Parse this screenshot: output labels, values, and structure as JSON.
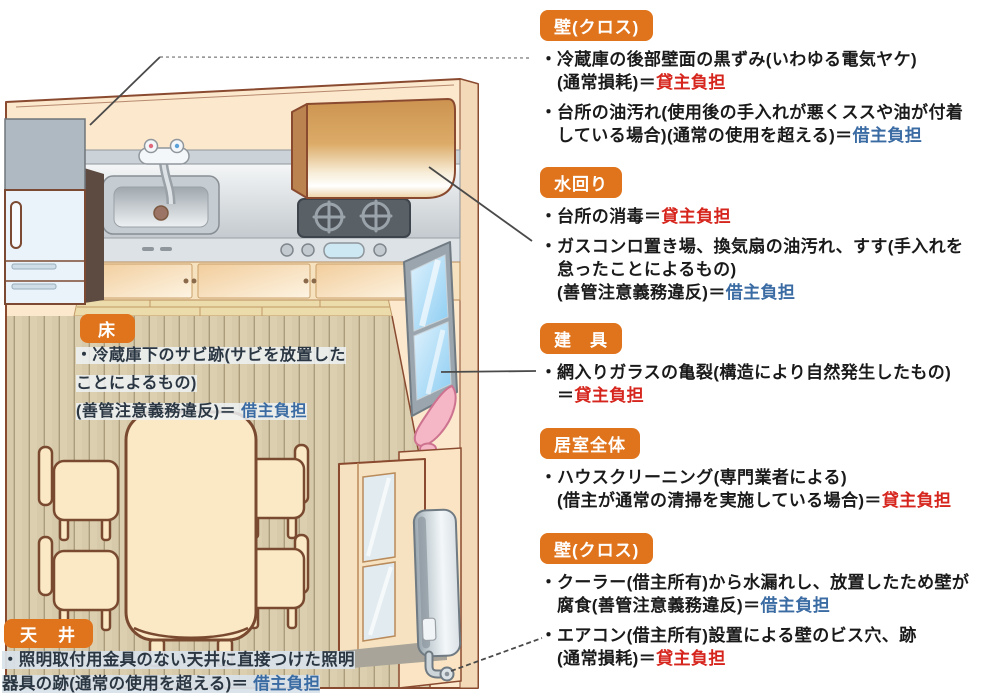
{
  "colors": {
    "accent_orange": "#e0741c",
    "landlord_red": "#d6251d",
    "tenant_blue": "#3a6ba3",
    "body_text": "#1a1a1a",
    "note_text": "#2a3642"
  },
  "bullet": "・",
  "sections": [
    {
      "badge": "壁(クロス)",
      "items": [
        {
          "segs": [
            {
              "t": "冷蔵庫の後部壁面の黒ずみ(いわゆる電気ヤケ)\n(通常損耗)＝",
              "c": "k"
            },
            {
              "t": "貸主負担",
              "c": "r"
            }
          ]
        },
        {
          "segs": [
            {
              "t": "台所の油汚れ(使用後の手入れが悪くススや油が付着\nしている場合)(通常の使用を超える)＝",
              "c": "k"
            },
            {
              "t": "借主負担",
              "c": "b"
            }
          ]
        }
      ]
    },
    {
      "badge": "水回り",
      "items": [
        {
          "segs": [
            {
              "t": "台所の消毒＝",
              "c": "k"
            },
            {
              "t": "貸主負担",
              "c": "r"
            }
          ]
        },
        {
          "segs": [
            {
              "t": "ガスコンロ置き場、換気扇の油汚れ、すす(手入れを\n怠ったことによるもの)\n(善管注意義務違反)＝",
              "c": "k"
            },
            {
              "t": "借主負担",
              "c": "b"
            }
          ]
        }
      ]
    },
    {
      "badge": "建　具",
      "items": [
        {
          "segs": [
            {
              "t": "網入りガラスの亀裂(構造により自然発生したもの)\n＝",
              "c": "k"
            },
            {
              "t": "貸主負担",
              "c": "r"
            }
          ]
        }
      ]
    },
    {
      "badge": "居室全体",
      "items": [
        {
          "segs": [
            {
              "t": "ハウスクリーニング(専門業者による)\n(借主が通常の清掃を実施している場合)＝",
              "c": "k"
            },
            {
              "t": "貸主負担",
              "c": "r"
            }
          ]
        }
      ]
    },
    {
      "badge": "壁(クロス)",
      "items": [
        {
          "segs": [
            {
              "t": "クーラー(借主所有)から水漏れし、放置したため壁が\n腐食(善管注意義務違反)＝",
              "c": "k"
            },
            {
              "t": "借主負担",
              "c": "b"
            }
          ]
        },
        {
          "segs": [
            {
              "t": "エアコン(借主所有)設置による壁のビス穴、跡\n(通常損耗)＝",
              "c": "k"
            },
            {
              "t": "貸主負担",
              "c": "r"
            }
          ]
        }
      ]
    }
  ],
  "floor_note": {
    "badge": "床",
    "segs": [
      {
        "t": "・冷蔵庫下のサビ跡(サビを放置した\nことによるもの)\n(善管注意義務違反)＝ ",
        "c": "k"
      },
      {
        "t": "借主負担",
        "c": "b"
      }
    ]
  },
  "ceiling_note": {
    "badge": "天　井",
    "segs": [
      {
        "t": "・照明取付用金具のない天井に直接つけた照明\n器具の跡(通常の使用を超える)＝ ",
        "c": "k"
      },
      {
        "t": "借主負担",
        "c": "b"
      }
    ]
  }
}
